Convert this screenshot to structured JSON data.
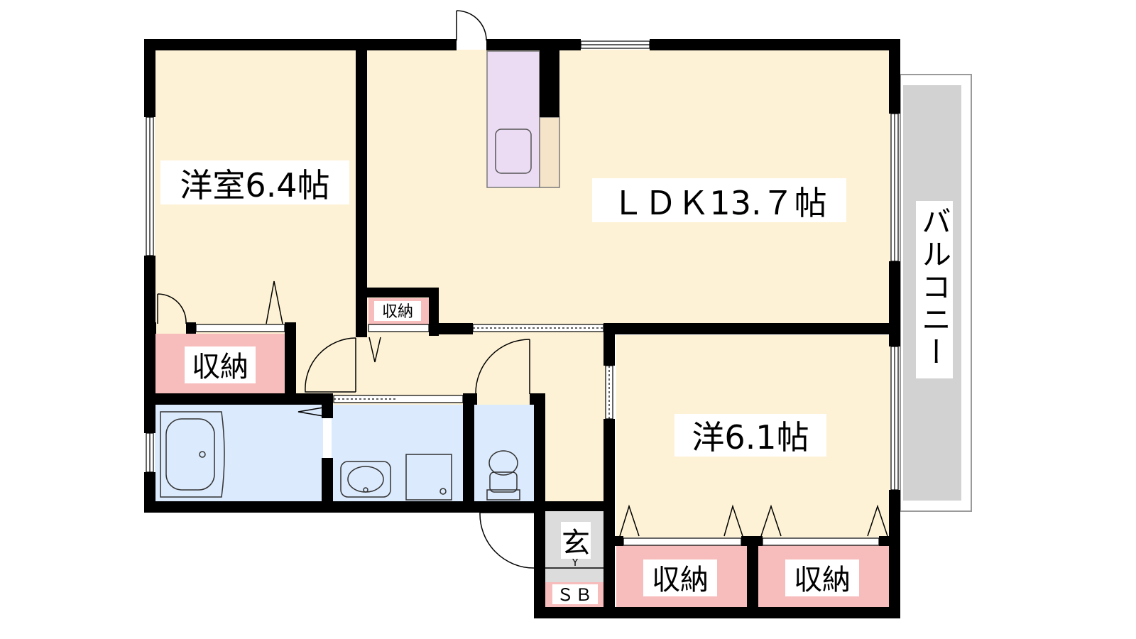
{
  "floor_plan": {
    "rooms": {
      "western_room_1": "洋室6.4帖",
      "ldk": "ＬＤＫ13.７帖",
      "western_room_2": "洋6.1帖",
      "entrance": "玄",
      "shoe_box": "ＳＢ",
      "balcony": "バルコニー"
    },
    "storage": {
      "storage_western_1": "収納",
      "storage_small_ldk": "収納",
      "storage_western_2_left": "収納",
      "storage_western_2_right": "収納"
    }
  },
  "colors": {
    "living_floor": "#fdf2d5",
    "storage": "#f7bcbc",
    "wet_area": "#dbeafc",
    "kitchen": "#ebdcf4",
    "counter": "#f5e4c8",
    "balcony": "#d2d2d2",
    "entrance": "#dcdcdc",
    "wall": "#000000"
  }
}
